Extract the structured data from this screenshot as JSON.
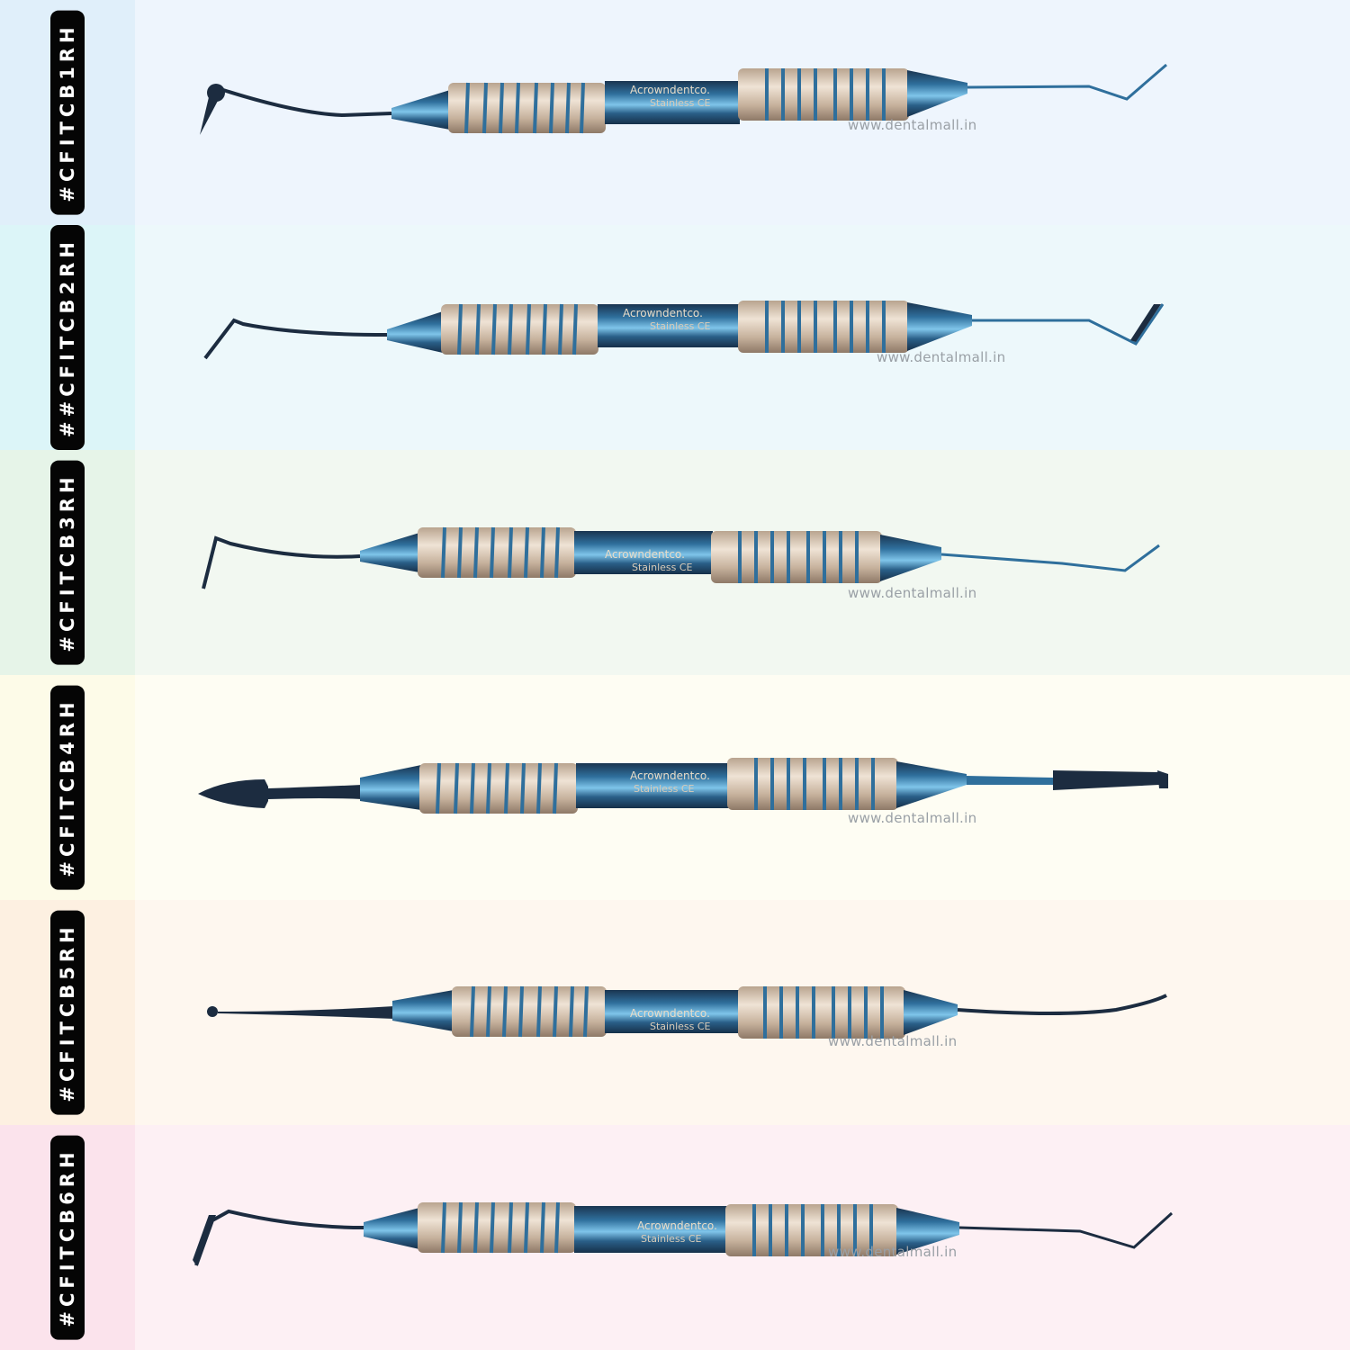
{
  "page": {
    "watermark": "www.dentalmall.in",
    "brand": "Acrowndentco.",
    "brand_subtext": "Stainless CE",
    "colors": {
      "label_bg": "#050505",
      "label_text": "#ffffff",
      "handle_metal": "#c9b8a6",
      "handle_blue": "#2f7fb5",
      "tip_dark": "#1c2c40"
    }
  },
  "rows": [
    {
      "label": "#CFITCB1RH",
      "side_color": "#e0effa",
      "main_color": "#eef5fd",
      "tip_left": "ball-angled",
      "tip_right": "angled-hook"
    },
    {
      "label": "##CFITCB2RH",
      "side_color": "#dcf5f8",
      "main_color": "#edf8fb",
      "tip_left": "angled-paddle",
      "tip_right": "angled-blade"
    },
    {
      "label": "#CFITCB3RH",
      "side_color": "#e6f4e8",
      "main_color": "#f2f8f1",
      "tip_left": "right-angle-hook",
      "tip_right": "bent-probe"
    },
    {
      "label": "#CFITCB4RH",
      "side_color": "#fdfbe8",
      "main_color": "#fefdf3",
      "tip_left": "spear-blade",
      "tip_right": "flat-chisel"
    },
    {
      "label": "#CFITCB5RH",
      "side_color": "#fdf0e1",
      "main_color": "#fef7ef",
      "tip_left": "ball-burnisher",
      "tip_right": "curved-blade"
    },
    {
      "label": "#CFITCB6RH",
      "side_color": "#fbe3ec",
      "main_color": "#fdf0f4",
      "tip_left": "angled-paddle",
      "tip_right": "angled-hook"
    }
  ]
}
